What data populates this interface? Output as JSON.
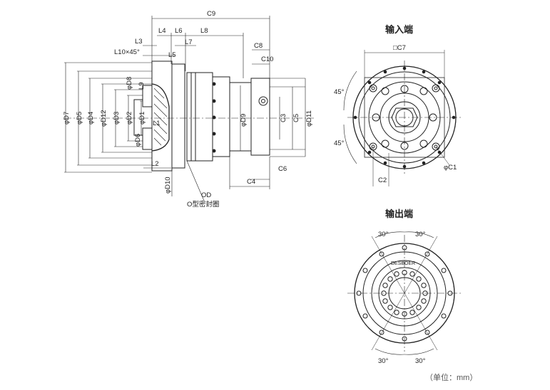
{
  "headings": {
    "input_end": "输入端",
    "output_end": "输出端"
  },
  "unit_note": "（单位：mm）",
  "side_view": {
    "top_dims": [
      "C9",
      "L4",
      "L6",
      "L8",
      "L3",
      "L10×45°",
      "L5",
      "L7",
      "C8",
      "C10"
    ],
    "left_dims": [
      "φD7",
      "φD5",
      "φD4",
      "φD12",
      "φD3",
      "φD2",
      "φD1",
      "φD8",
      "L9",
      "φD6",
      "L1"
    ],
    "inner_dims": [
      "φD9",
      "C3",
      "C5",
      "φD11"
    ],
    "bottom_dims": [
      "L2",
      "φD10",
      "OD",
      "O型密封圈",
      "C4",
      "C6"
    ]
  },
  "input_view": {
    "labels": [
      "□C7",
      "45°",
      "45°",
      "C2",
      "φC1"
    ]
  },
  "output_view": {
    "labels": [
      "30°",
      "30°",
      "30°",
      "30°",
      "DESBOER"
    ]
  },
  "colors": {
    "line": "#222222",
    "background": "#ffffff"
  }
}
